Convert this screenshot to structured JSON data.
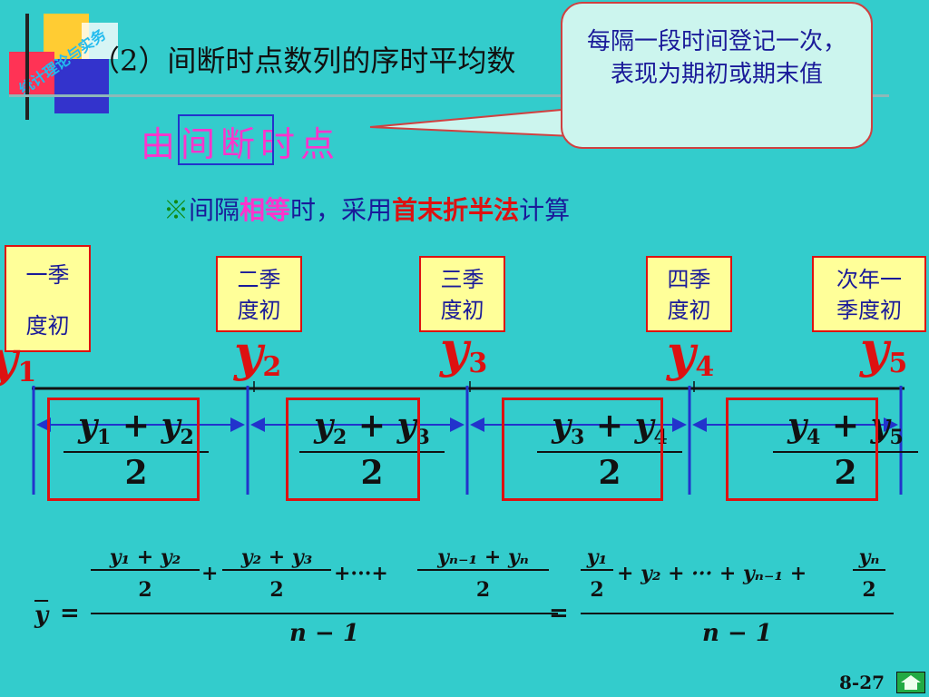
{
  "logo": {
    "text": "统计理论与实务"
  },
  "title": "（2）间断时点数列的序时平均数",
  "callout": "每隔一段时间登记一次，表现为期初或期末值",
  "subtitle": {
    "pre": "由",
    "boxed": "间断",
    "post": "时点"
  },
  "note": {
    "mark": "※",
    "a": "间隔",
    "b": "相等",
    "c": "时，采用",
    "d": "首末折半法",
    "e": "计算"
  },
  "quarters": {
    "q1": {
      "l1": "一季",
      "l2": "度初"
    },
    "q2": {
      "l1": "二季",
      "l2": "度初"
    },
    "q3": {
      "l1": "三季",
      "l2": "度初"
    },
    "q4": {
      "l1": "四季",
      "l2": "度初"
    },
    "q5": {
      "l1": "次年一",
      "l2": "季度初"
    }
  },
  "ylabels": {
    "sym": "y",
    "s1": "1",
    "s2": "2",
    "s3": "3",
    "s4": "4",
    "s5": "5"
  },
  "fractions": {
    "f1": {
      "a": "y",
      "as": "1",
      "op": "+",
      "b": "y",
      "bs": "2",
      "den": "2"
    },
    "f2": {
      "a": "y",
      "as": "2",
      "op": "+",
      "b": "y",
      "bs": "3",
      "den": "2"
    },
    "f3": {
      "a": "y",
      "as": "3",
      "op": "+",
      "b": "y",
      "bs": "4",
      "den": "2"
    },
    "f4": {
      "a": "y",
      "as": "4",
      "op": "+",
      "b": "y",
      "bs": "5",
      "den": "2"
    }
  },
  "formula": {
    "lhs": "y",
    "eq": "=",
    "t1": "y₁ + y₂",
    "t2": "y₂ + y₃",
    "t3": "yₙ₋₁ + yₙ",
    "two": "2",
    "plus": "+",
    "dots": "+···+",
    "den": "n − 1",
    "r1": "y₁",
    "rmid": "+ y₂ + ··· + yₙ₋₁ +",
    "r2": "yₙ"
  },
  "page_number": "8-27",
  "colors": {
    "background": "#33CCCC",
    "accent_red": "#DD1111",
    "magenta": "#FF33CC",
    "navy": "#1A1A99",
    "yellow_box": "#FFFF99"
  }
}
